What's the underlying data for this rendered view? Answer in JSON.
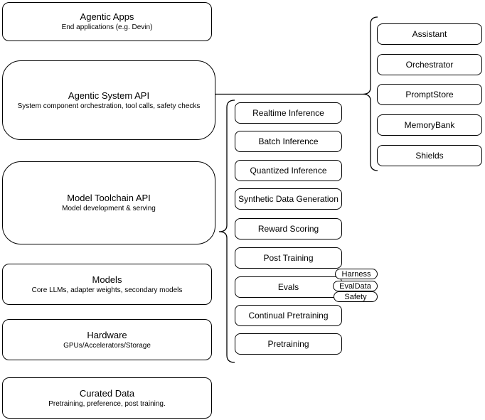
{
  "diagram": {
    "left_stack": [
      {
        "title": "Agentic Apps",
        "subtitle": "End applications (e.g. Devin)"
      },
      {
        "title": "Agentic System API",
        "subtitle": "System component orchestration, tool calls, safety checks"
      },
      {
        "title": "Model Toolchain API",
        "subtitle": "Model development & serving"
      },
      {
        "title": "Models",
        "subtitle": "Core LLMs, adapter weights, secondary models"
      },
      {
        "title": "Hardware",
        "subtitle": "GPUs/Accelerators/Storage"
      },
      {
        "title": "Curated Data",
        "subtitle": "Pretraining, preference, post training."
      }
    ],
    "toolchain_components": [
      "Realtime Inference",
      "Batch Inference",
      "Quantized Inference",
      "Synthetic Data Generation",
      "Reward Scoring",
      "Post Training",
      "Evals",
      "Continual Pretraining",
      "Pretraining"
    ],
    "evals_children": [
      "Harness",
      "EvalData",
      "Safety"
    ],
    "system_components": [
      "Assistant",
      "Orchestrator",
      "PromptStore",
      "MemoryBank",
      "Shields"
    ],
    "colors": {
      "stroke": "#000000",
      "background": "#ffffff"
    }
  }
}
